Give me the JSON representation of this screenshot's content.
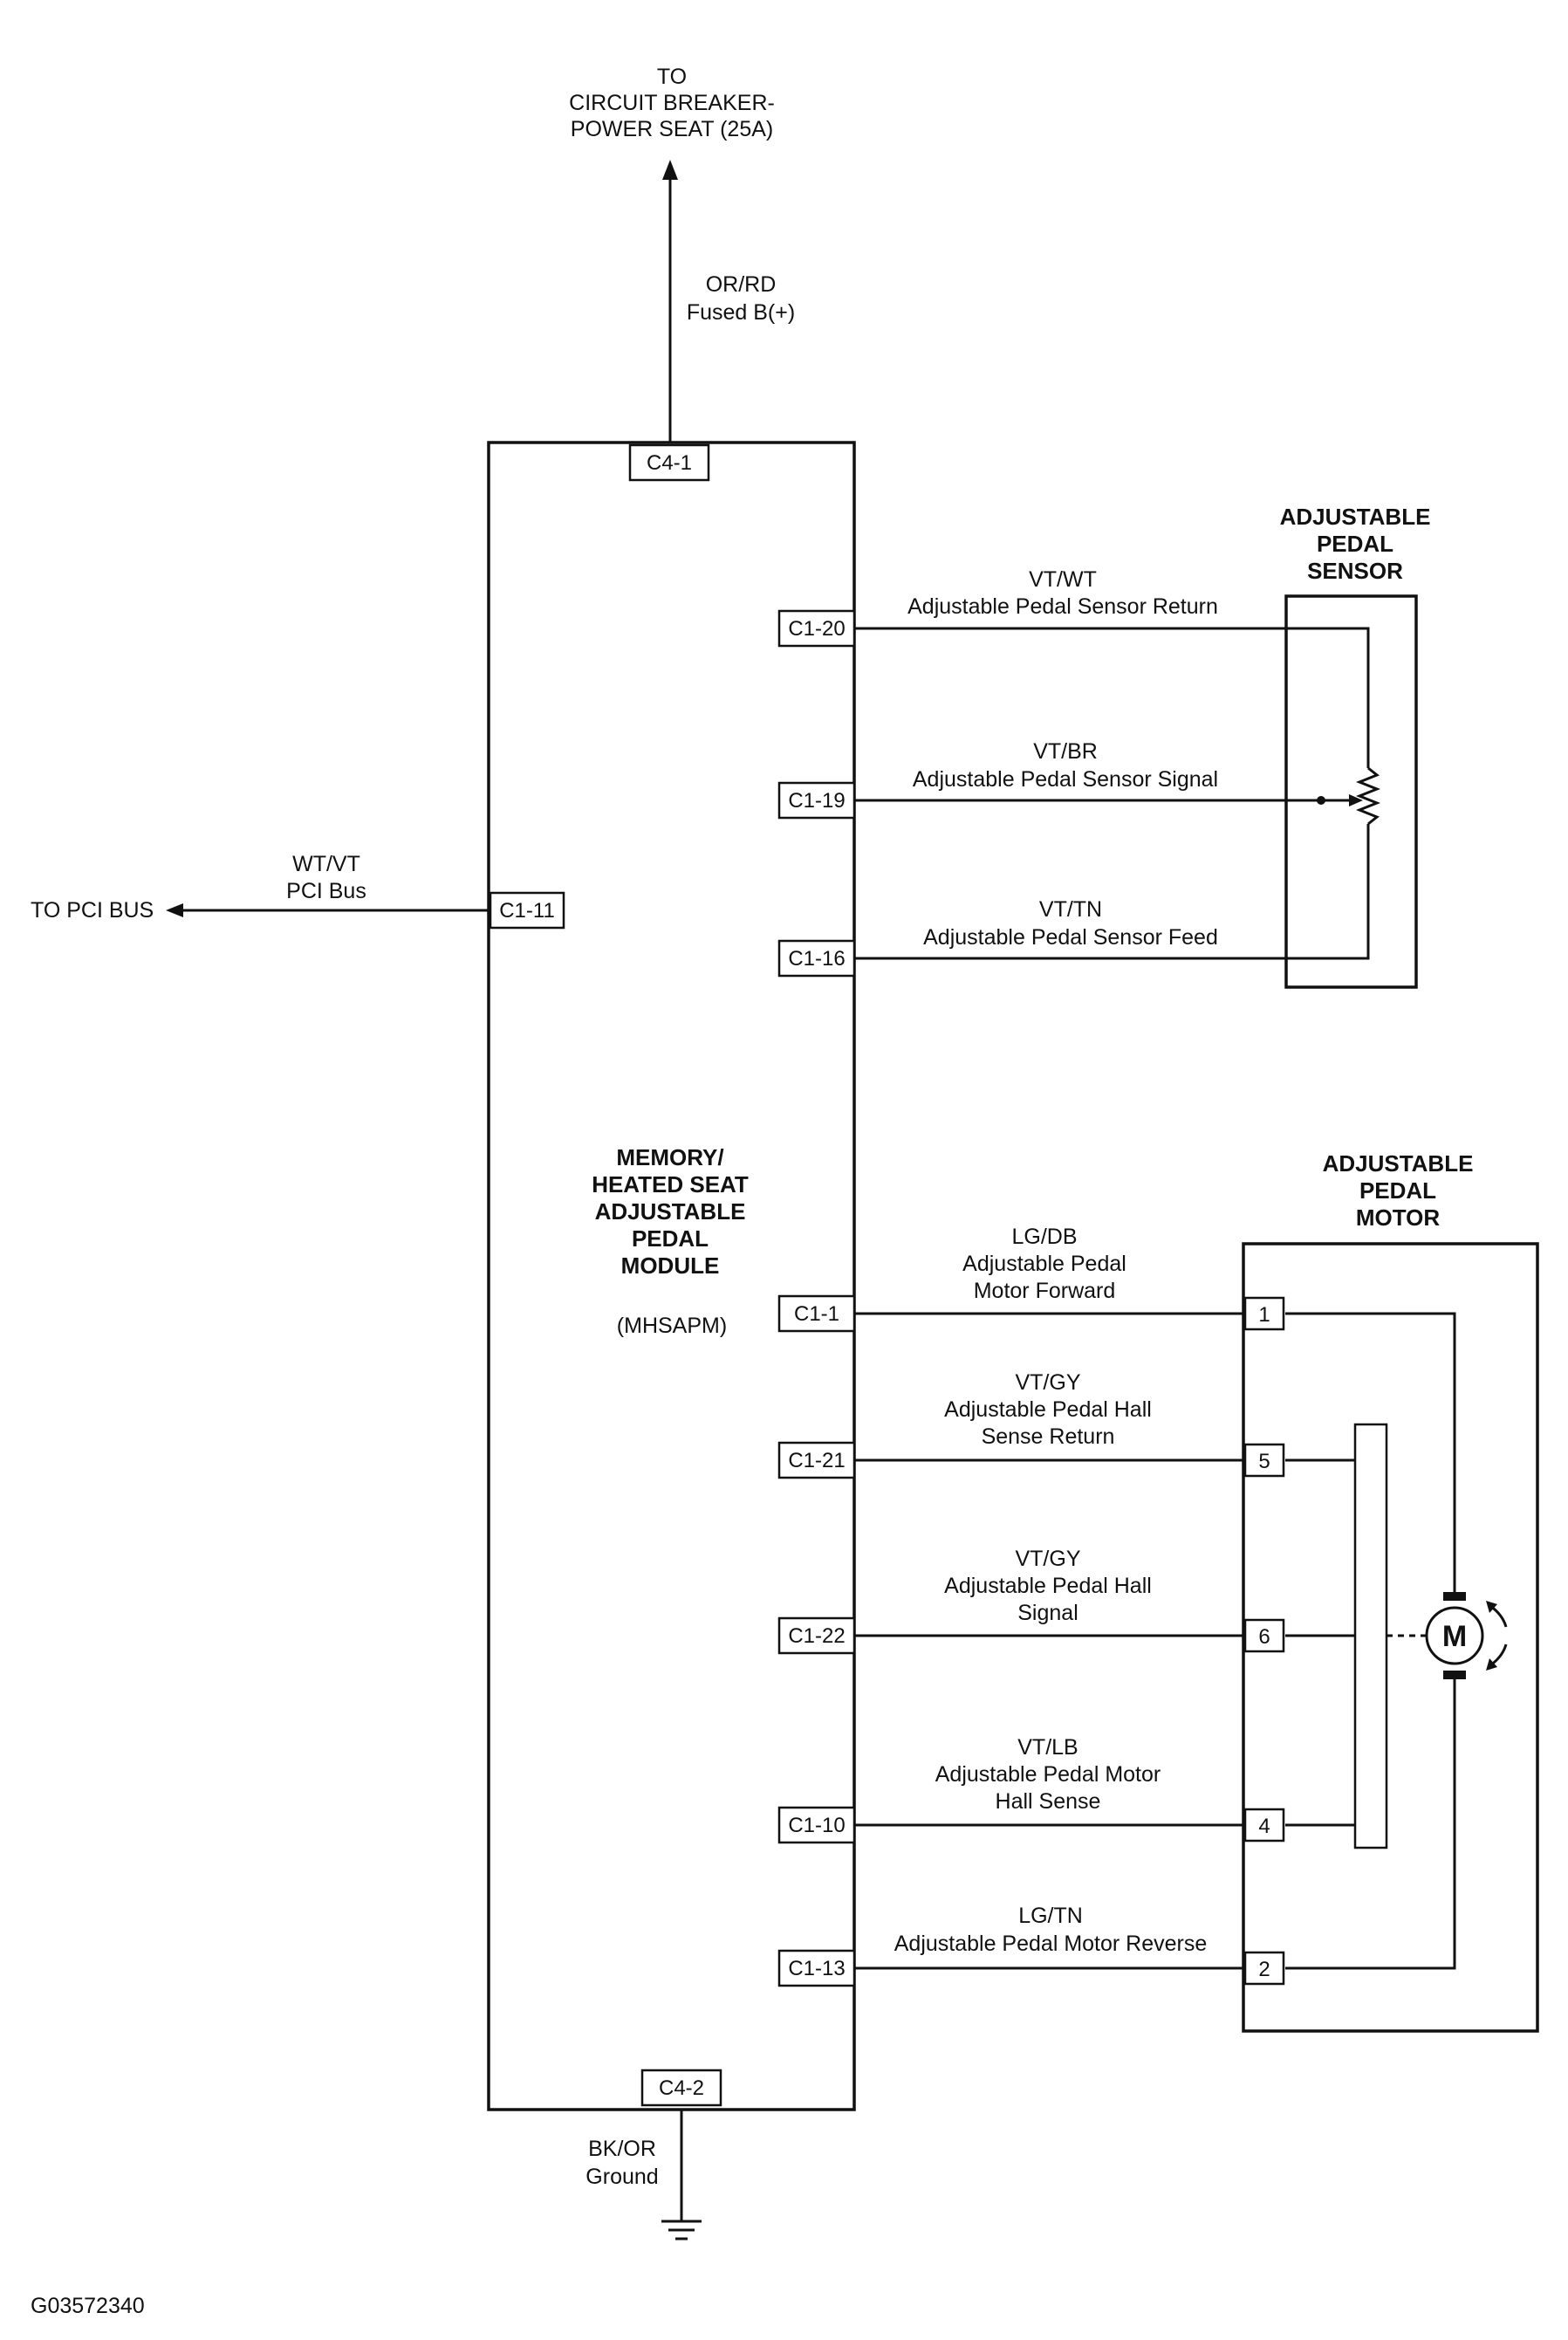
{
  "figure_id": "G03572340",
  "top_feed": {
    "destination": [
      "TO",
      "CIRCUIT BREAKER-",
      "POWER SEAT (25A)"
    ],
    "wire_color": "OR/RD",
    "wire_function": "Fused B(+)",
    "pin": "C4-1"
  },
  "pci_bus": {
    "destination": "TO PCI BUS",
    "wire_color": "WT/VT",
    "wire_function": "PCI Bus",
    "pin": "C1-11"
  },
  "ground": {
    "wire_color": "BK/OR",
    "wire_function": "Ground",
    "pin": "C4-2"
  },
  "module": {
    "name": [
      "MEMORY/",
      "HEATED SEAT",
      "ADJUSTABLE",
      "PEDAL",
      "MODULE"
    ],
    "abbreviation": "(MHSAPM)"
  },
  "sensor": {
    "title": [
      "ADJUSTABLE",
      "PEDAL",
      "SENSOR"
    ],
    "circuits": [
      {
        "pin": "C1-20",
        "wire_color": "VT/WT",
        "function": [
          "Adjustable Pedal Sensor Return"
        ]
      },
      {
        "pin": "C1-19",
        "wire_color": "VT/BR",
        "function": [
          "Adjustable Pedal Sensor Signal"
        ]
      },
      {
        "pin": "C1-16",
        "wire_color": "VT/TN",
        "function": [
          "Adjustable Pedal Sensor Feed"
        ]
      }
    ]
  },
  "motor": {
    "title": [
      "ADJUSTABLE",
      "PEDAL",
      "MOTOR"
    ],
    "symbol": "M",
    "circuits": [
      {
        "pin": "C1-1",
        "motor_pin": "1",
        "wire_color": "LG/DB",
        "function": [
          "Adjustable Pedal",
          "Motor Forward"
        ]
      },
      {
        "pin": "C1-21",
        "motor_pin": "5",
        "wire_color": "VT/GY",
        "function": [
          "Adjustable Pedal Hall",
          "Sense Return"
        ]
      },
      {
        "pin": "C1-22",
        "motor_pin": "6",
        "wire_color": "VT/GY",
        "function": [
          "Adjustable Pedal Hall",
          "Signal"
        ]
      },
      {
        "pin": "C1-10",
        "motor_pin": "4",
        "wire_color": "VT/LB",
        "function": [
          "Adjustable Pedal Motor",
          "Hall Sense"
        ]
      },
      {
        "pin": "C1-13",
        "motor_pin": "2",
        "wire_color": "LG/TN",
        "function": [
          "Adjustable Pedal Motor Reverse"
        ]
      }
    ]
  }
}
